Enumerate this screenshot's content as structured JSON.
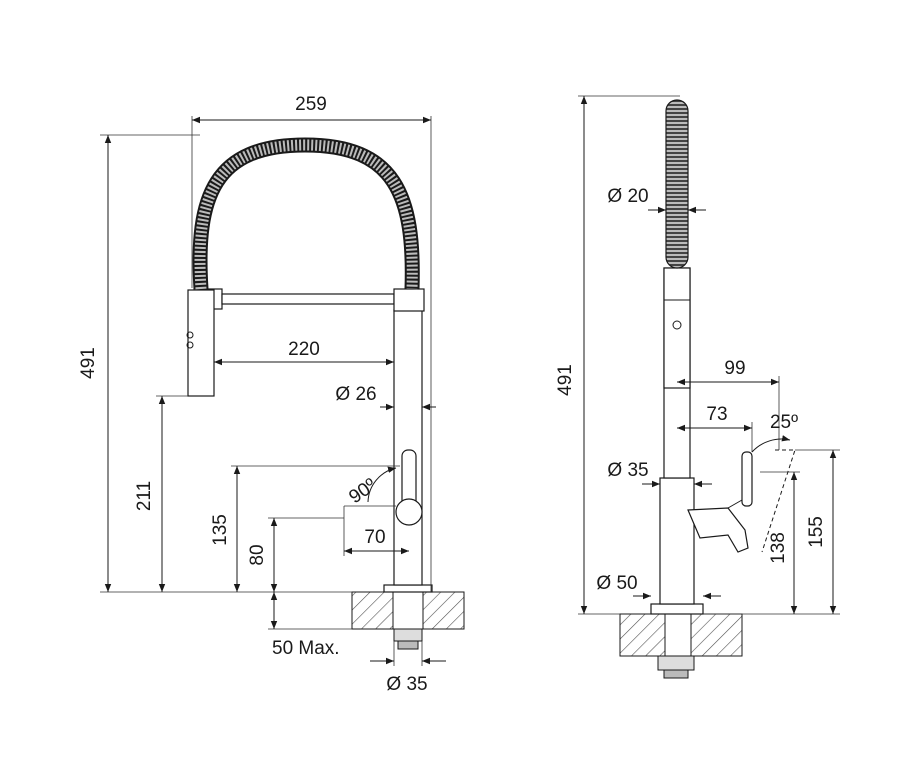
{
  "front_view": {
    "width_overall": "259",
    "height_overall": "491",
    "spray_span": "220",
    "body_diameter": "Ø 26",
    "spout_height": "211",
    "lever_height": "135",
    "lever_angle": "90º",
    "lever_reach": "70",
    "lever_pivot_height": "80",
    "deck_thickness": "50 Max.",
    "shank_diameter": "Ø 35"
  },
  "side_view": {
    "height_overall": "491",
    "hose_diameter": "Ø 20",
    "reach_99": "99",
    "reach_73": "73",
    "lever_angle": "25º",
    "body_diameter": "Ø 35",
    "lever_height_138": "138",
    "lever_height_155": "155",
    "base_diameter": "Ø 50"
  },
  "colors": {
    "line": "#1a1a1a",
    "hatch": "#555555",
    "hose_dark": "#444444",
    "hose_light": "#bbbbbb"
  }
}
